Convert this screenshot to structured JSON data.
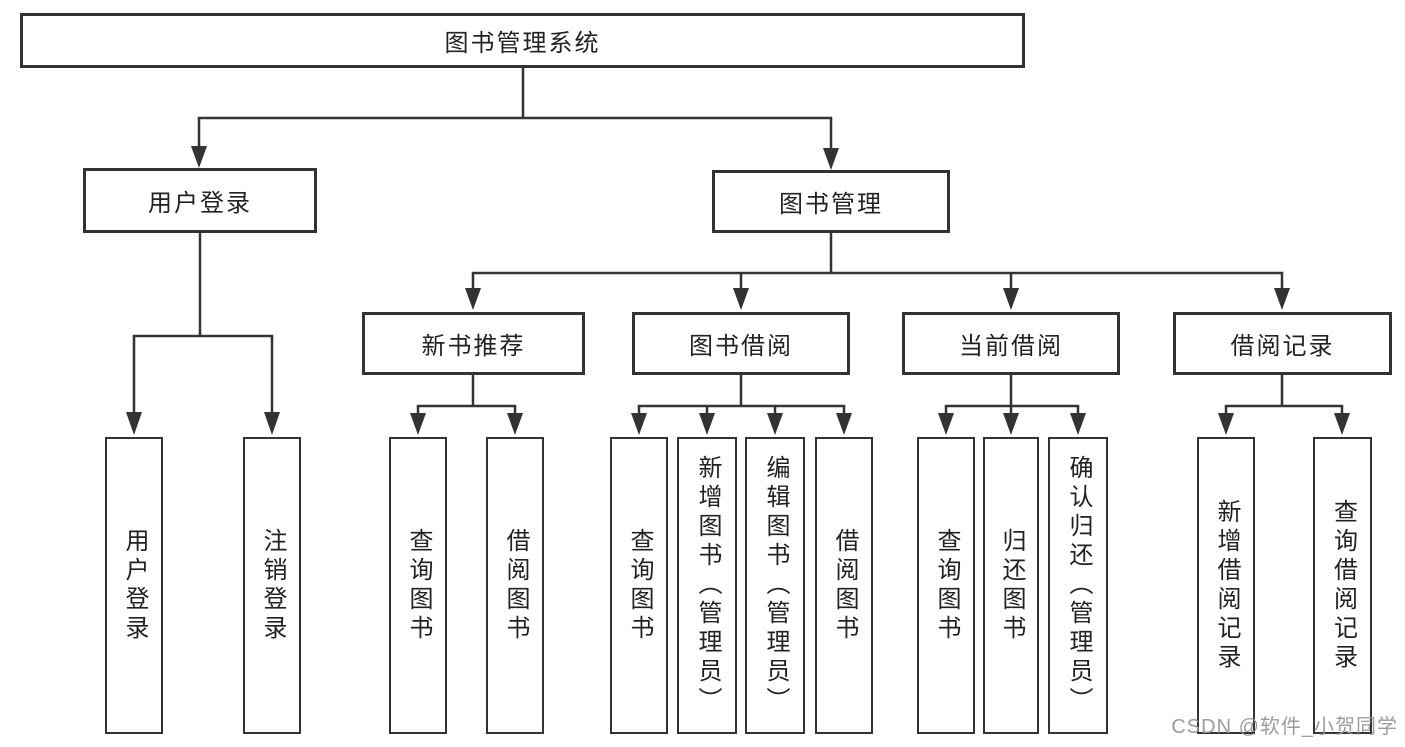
{
  "diagram": {
    "root": {
      "label": "图书管理系统"
    },
    "branches": {
      "user_login": {
        "label": "用户登录",
        "children": {
          "login": "用户登录",
          "logout": "注销登录"
        }
      },
      "book_mgmt": {
        "label": "图书管理",
        "sections": {
          "new_books": {
            "label": "新书推荐",
            "children": {
              "query": "查询图书",
              "borrow": "借阅图书"
            }
          },
          "borrowing": {
            "label": "图书借阅",
            "children": {
              "query": "查询图书",
              "add": "新增图书（管理员）",
              "edit": "编辑图书（管理员）",
              "borrow": "借阅图书"
            }
          },
          "current": {
            "label": "当前借阅",
            "children": {
              "query": "查询图书",
              "return": "归还图书",
              "confirm": "确认归还（管理员）"
            }
          },
          "records": {
            "label": "借阅记录",
            "children": {
              "add": "新增借阅记录",
              "query": "查询借阅记录"
            }
          }
        }
      }
    },
    "watermark": "CSDN @软件_小贺同学",
    "colors": {
      "line": "#333333",
      "text": "#222222",
      "watermark": "#949494"
    }
  }
}
